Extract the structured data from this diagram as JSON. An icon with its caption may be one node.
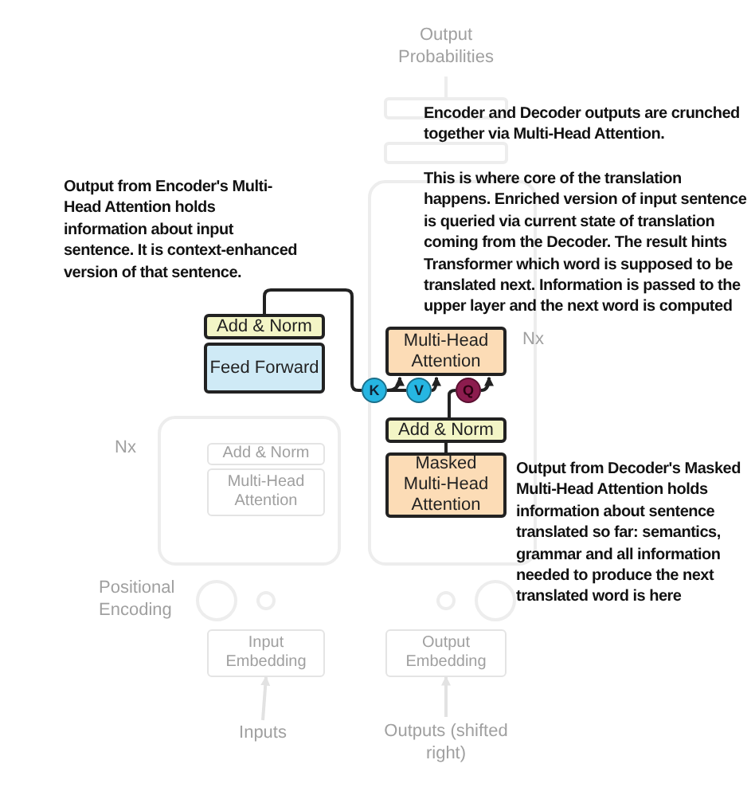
{
  "diagram": {
    "nodes": [
      {
        "text": [
          "Output Probabilities"
        ]
      },
      {
        "text": [
          "Add & Norm"
        ]
      },
      {
        "text": [
          "Feed Forward"
        ]
      },
      {
        "text": [
          "Multi-Head Attention"
        ]
      },
      {
        "text": [
          "K"
        ]
      },
      {
        "text": [
          "V"
        ]
      },
      {
        "text": [
          "Q"
        ]
      },
      {
        "text": [
          "Add & Norm"
        ]
      },
      {
        "text": [
          "Masked Multi-Head Attention"
        ]
      },
      {
        "text": [
          "Add & Norm"
        ]
      },
      {
        "text": [
          "Multi-Head Attention"
        ]
      },
      {
        "text": [
          "Input Embedding"
        ]
      },
      {
        "text": [
          "Output Embedding"
        ]
      },
      {
        "text": [
          "Inputs"
        ]
      },
      {
        "text": [
          "Outputs (shifted right)"
        ]
      }
    ],
    "edges": [
      {
        "from": 1,
        "to": 4,
        "arrow": "none"
      },
      {
        "from": 4,
        "to": 5,
        "arrow": "none"
      },
      {
        "from": 4,
        "to": 3,
        "arrow": "to"
      },
      {
        "from": 5,
        "to": 3,
        "arrow": "to"
      },
      {
        "from": 6,
        "to": 3,
        "arrow": "to"
      },
      {
        "from": 7,
        "to": 6,
        "arrow": "none"
      },
      {
        "from": 8,
        "to": 7,
        "arrow": "none"
      },
      {
        "from": 13,
        "to": 11,
        "arrow": "to",
        "color": "#e2e2e2"
      },
      {
        "from": 14,
        "to": 12,
        "arrow": "to",
        "color": "#e2e2e2"
      }
    ],
    "labels": [
      "Output from Encoder's Multi-Head Attention holds information about input sentence. It is context-enhanced version of that sentence.",
      "Encoder and Decoder outputs are crunched together via Multi-Head Attention.",
      "This is where core of the translation happens. Enriched version of input sentence is queried via current state of translation coming from the Decoder. The result hints Transformer which word is supposed to be translated next. Information is passed to the upper layer and the next word is computed",
      "Output from Decoder's Masked Multi-Head Attention holds information about sentence translated so far:  semantics, grammar and all information needed to produce the next translated word is here",
      "Nx",
      "Nx",
      "Positional Encoding"
    ]
  }
}
